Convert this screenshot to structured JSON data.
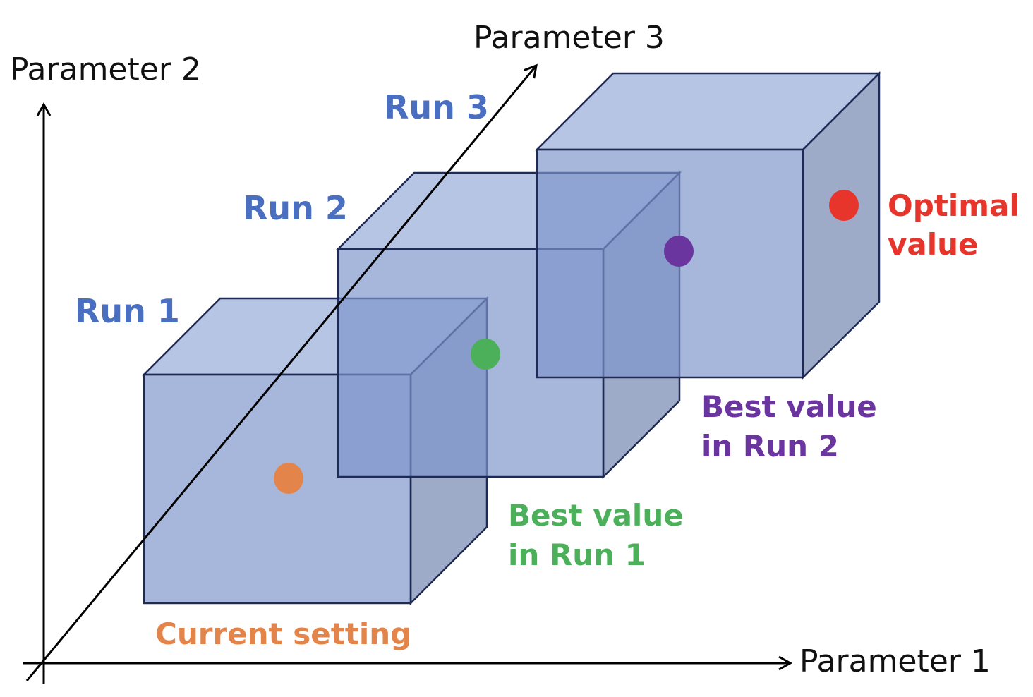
{
  "axes": {
    "x_label": "Parameter  1",
    "y_label": "Parameter 2",
    "z_label": "Parameter 3"
  },
  "runs": [
    {
      "label": "Run 1"
    },
    {
      "label": "Run 2"
    },
    {
      "label": "Run 3"
    }
  ],
  "points": {
    "current": {
      "line1": "Current setting",
      "color": "#E3844A"
    },
    "best_run1": {
      "line1": "Best value",
      "line2": "in Run 1",
      "color": "#4CAF5A"
    },
    "best_run2": {
      "line1": "Best value",
      "line2": "in Run 2",
      "color": "#6B35A0"
    },
    "optimal": {
      "line1": "Optimal",
      "line2": "value",
      "color": "#E8352B"
    }
  },
  "colors": {
    "run_label": "#4A6FC1",
    "cube_front": "#7D95CC",
    "cube_top": "#95A9D8",
    "cube_side": "#6F83AE",
    "cube_edge": "#1F2A55",
    "axis": "#000000"
  }
}
